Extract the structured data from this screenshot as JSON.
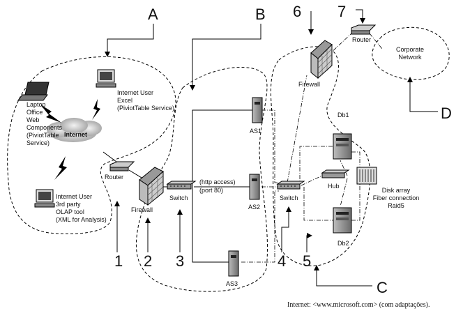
{
  "regions": {
    "a": "A",
    "b": "B",
    "c": "C",
    "d": "D"
  },
  "numbers": [
    "1",
    "2",
    "3",
    "4",
    "5",
    "6",
    "7"
  ],
  "nodes": {
    "laptop_lines": [
      "Laptop",
      "Office",
      "Web",
      "Components",
      "(PiviotTable",
      "Service)"
    ],
    "internet": "Internet",
    "excel_user_lines": [
      "Internet User",
      "Excel",
      "(PiviotTable Service)"
    ],
    "olap_user_lines": [
      "Internet User",
      "3rd party",
      "OLAP tool",
      "(XML for Analysis)"
    ],
    "router_left": "Router",
    "firewall_left": "Firewall",
    "switch_left": "Switch",
    "http_lines": [
      "(http access)",
      "(port 80)"
    ],
    "as1": "AS1",
    "as2": "AS2",
    "as3": "AS3",
    "switch_right": "Switch",
    "firewall_right": "Firewall",
    "router_top": "Router",
    "corporate_lines": [
      "Corporate",
      "Network"
    ],
    "db1": "Db1",
    "db2": "Db2",
    "hub": "Hub",
    "disk_lines": [
      "Disk array",
      "Fiber connection",
      "Raid5"
    ]
  },
  "caption": "Internet: <www.microsoft.com> (com adaptações)."
}
